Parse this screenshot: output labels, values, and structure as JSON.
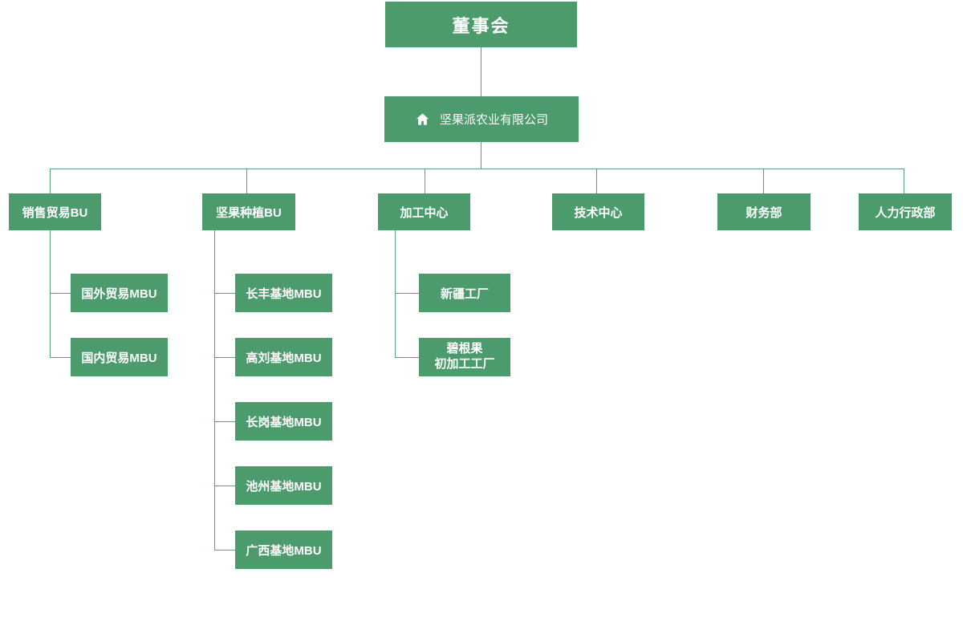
{
  "org": {
    "root": {
      "label": "董事会"
    },
    "company": {
      "label": "坚果派农业有限公司",
      "icon": "home-icon"
    },
    "departments": [
      {
        "label": "销售贸易BU",
        "children": [
          {
            "label": "国外贸易MBU"
          },
          {
            "label": "国内贸易MBU"
          }
        ]
      },
      {
        "label": "坚果种植BU",
        "children": [
          {
            "label": "长丰基地MBU"
          },
          {
            "label": "高刘基地MBU"
          },
          {
            "label": "长岗基地MBU"
          },
          {
            "label": "池州基地MBU"
          },
          {
            "label": "广西基地MBU"
          }
        ]
      },
      {
        "label": "加工中心",
        "children": [
          {
            "label": "新疆工厂"
          },
          {
            "label": "碧根果\n初加工工厂"
          }
        ]
      },
      {
        "label": "技术中心",
        "children": []
      },
      {
        "label": "财务部",
        "children": []
      },
      {
        "label": "人力行政部",
        "children": []
      }
    ]
  },
  "colors": {
    "node_background": "#4c9b6d",
    "connector": "#58a277",
    "node_text": "#ffffff",
    "page_background": "#ffffff"
  }
}
